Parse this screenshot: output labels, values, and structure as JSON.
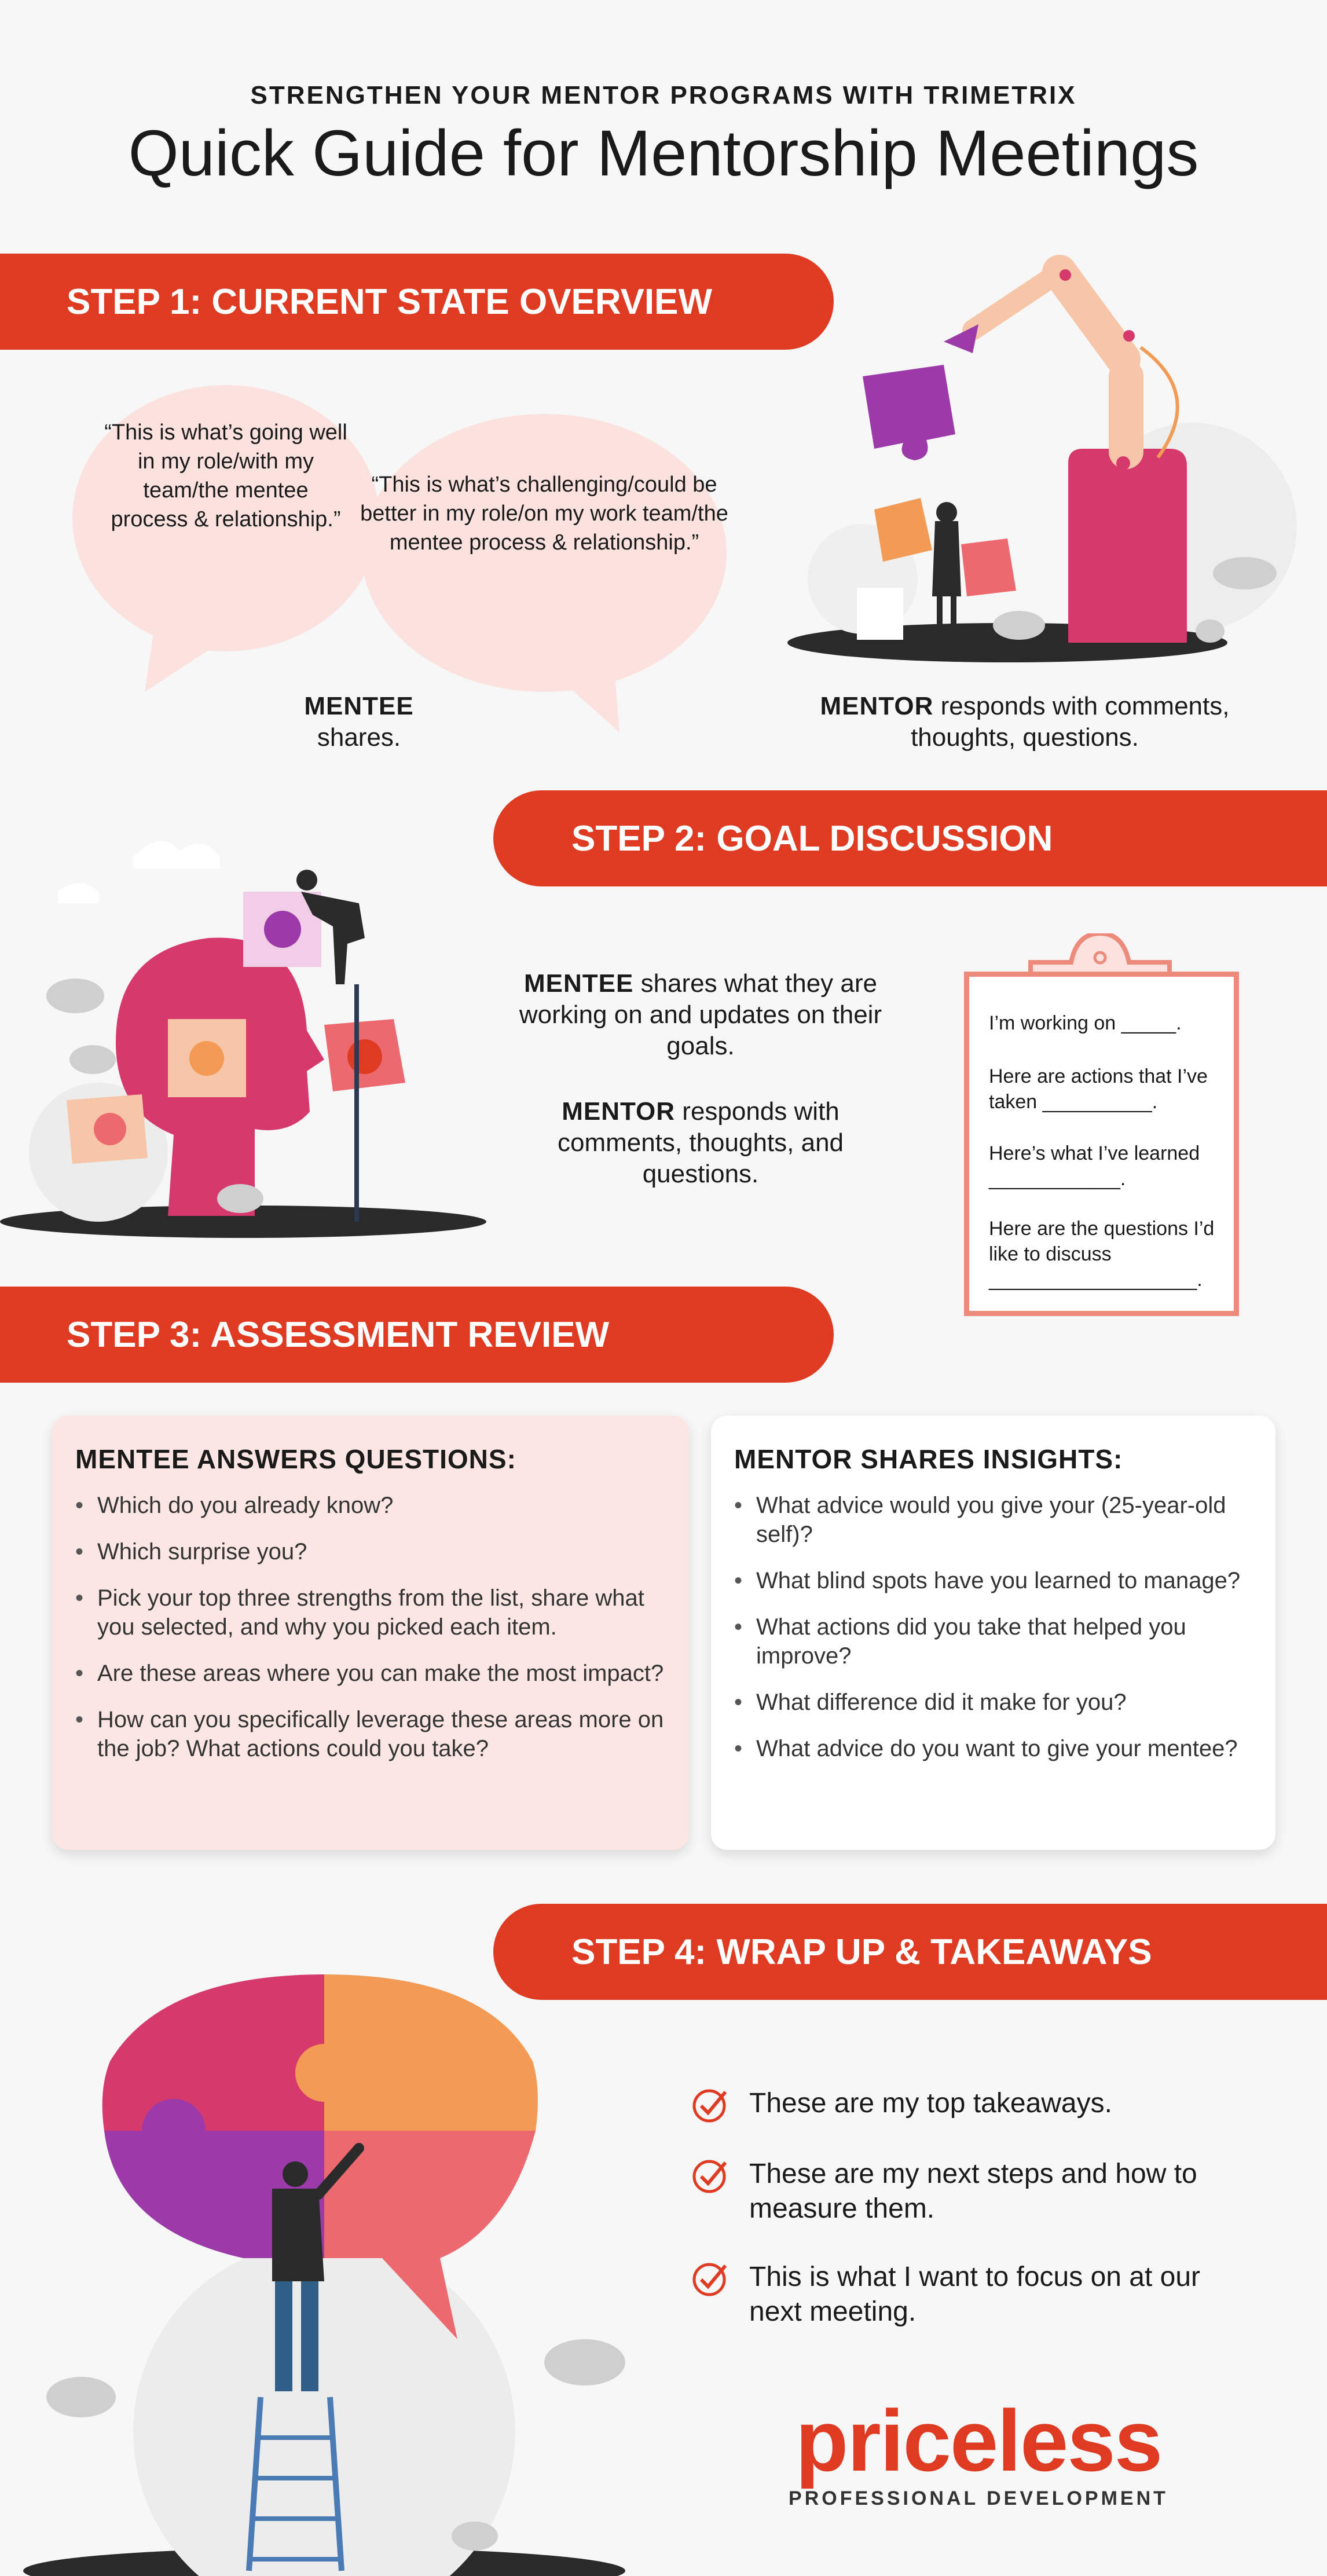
{
  "header": {
    "kicker": "STRENGTHEN YOUR MENTOR PROGRAMS WITH TRIMETRIX",
    "title": "Quick Guide for Mentorship Meetings"
  },
  "step1": {
    "banner": "STEP 1: CURRENT STATE OVERVIEW",
    "bubble_left": "“This is what’s going well in my role/with my team/the mentee process & relationship.”",
    "bubble_right": "“This is what’s challenging/could be better in my role/on my work team/the mentee process & relationship.”",
    "mentee_label": "MENTEE",
    "mentee_text": "shares.",
    "mentor_label": "MENTOR",
    "mentor_text": "responds with comments, thoughts, questions."
  },
  "step2": {
    "banner": "STEP 2: GOAL DISCUSSION",
    "mentee_label": "MENTEE",
    "mentee_text": "shares what they are working on and updates on their goals.",
    "mentor_label": "MENTOR",
    "mentor_text": "responds with comments, thoughts, and questions.",
    "clipboard": [
      "I’m working on _____.",
      "Here are actions that I’ve taken __________.",
      "Here’s what I’ve learned ____________.",
      "Here are the questions I’d like to discuss ___________________."
    ]
  },
  "step3": {
    "banner": "STEP 3: ASSESSMENT REVIEW",
    "mentee_heading": "MENTEE ANSWERS QUESTIONS:",
    "mentee_items": [
      "Which do you already know?",
      "Which surprise you?",
      "Pick your top three strengths from the list, share what you selected, and why you picked each item.",
      "Are these areas where you can make the most impact?",
      "How can you specifically leverage these areas more on the job? What actions could you take?"
    ],
    "mentor_heading": "MENTOR SHARES INSIGHTS:",
    "mentor_items": [
      "What advice would you give your (25-year-old self)?",
      "What blind spots have you learned to manage?",
      "What actions did you take that helped you improve?",
      "What difference did it make for you?",
      "What advice do you want to give your mentee?"
    ]
  },
  "step4": {
    "banner": "STEP 4: WRAP UP & TAKEAWAYS",
    "items": [
      "These are my top takeaways.",
      "These are my next steps and how to measure them.",
      "This is what I want to focus on at our next meeting."
    ]
  },
  "logo": {
    "word": "priceless",
    "sub": "PROFESSIONAL DEVELOPMENT"
  },
  "colors": {
    "brand_red": "#df3a22",
    "bubble_pink": "#fbe2df",
    "magenta": "#d63a6d",
    "purple": "#9b3aa8",
    "orange": "#f39a55",
    "coral": "#ec6970",
    "peach": "#f7c6a8"
  }
}
